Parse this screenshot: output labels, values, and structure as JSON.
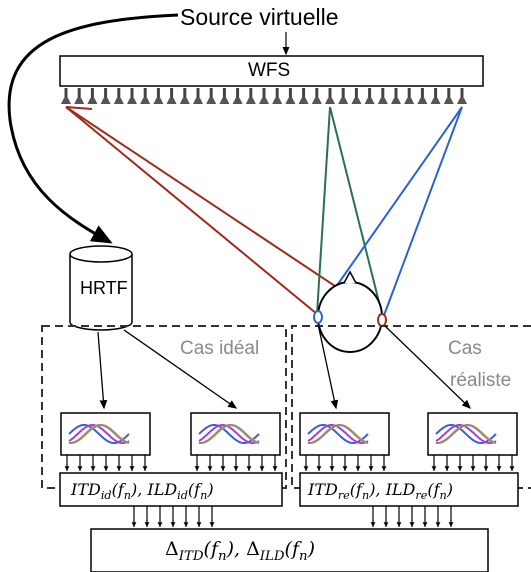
{
  "source_label": "Source virtuelle",
  "wfs_label": "WFS",
  "hrtf_label": "HRTF",
  "cas_ideal_label": "Cas idéal",
  "cas_realiste_line1": "Cas",
  "cas_realiste_line2": "réaliste",
  "formula_ideal": {
    "itd_main": "ITD",
    "itd_sub": "id",
    "itd_arg": "(f",
    "itd_arg_sub": "n",
    "itd_close": "),",
    "ild_main": "ILD",
    "ild_sub": "id",
    "ild_arg": "(f",
    "ild_arg_sub": "n",
    "ild_close": ")"
  },
  "formula_real": {
    "itd_main": "ITD",
    "itd_sub": "re",
    "itd_arg": "(f",
    "itd_arg_sub": "n",
    "itd_close": "),",
    "ild_main": "ILD",
    "ild_sub": "re",
    "ild_arg": "(f",
    "ild_arg_sub": "n",
    "ild_close": ")"
  },
  "formula_delta": {
    "d1": "Δ",
    "d1_sub": "ITD",
    "d1_arg": "(f",
    "d1_arg_sub": "n",
    "d1_close": "),",
    "d2": "Δ",
    "d2_sub": "ILD",
    "d2_arg": "(f",
    "d2_arg_sub": "n",
    "d2_close": ")"
  },
  "colors": {
    "red": "#a0291c",
    "green": "#2c6e56",
    "blue": "#2a62d6",
    "dashed": "#333333",
    "grey_text": "#8a8a8a"
  }
}
